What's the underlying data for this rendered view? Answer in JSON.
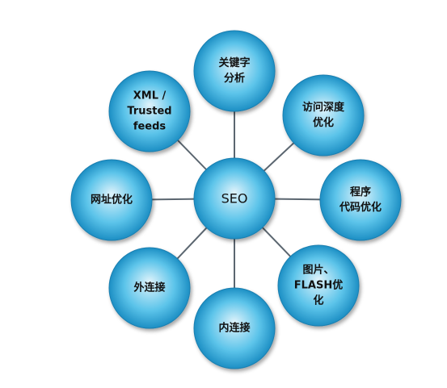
{
  "diagram": {
    "center": {
      "label": "SEO"
    },
    "nodes": [
      {
        "id": "keywords",
        "lines": [
          "关键字",
          "分析"
        ]
      },
      {
        "id": "crawl-depth",
        "lines": [
          "访问深度",
          "优化"
        ]
      },
      {
        "id": "code",
        "lines": [
          "程序",
          "代码优化"
        ]
      },
      {
        "id": "images",
        "lines": [
          "图片、",
          "FLASH优",
          "化"
        ]
      },
      {
        "id": "internal",
        "lines": [
          "内连接"
        ]
      },
      {
        "id": "external",
        "lines": [
          "外连接"
        ]
      },
      {
        "id": "url",
        "lines": [
          "网址优化"
        ]
      },
      {
        "id": "feeds",
        "lines": [
          "XML /",
          "Trusted",
          "feeds"
        ]
      }
    ]
  },
  "colors": {
    "bubble_light": "#dff3fb",
    "bubble_mid": "#5cc4ea",
    "bubble_dark": "#1d8fc4",
    "bubble_edge": "#1a7fb0",
    "connector": "#5b6670"
  }
}
